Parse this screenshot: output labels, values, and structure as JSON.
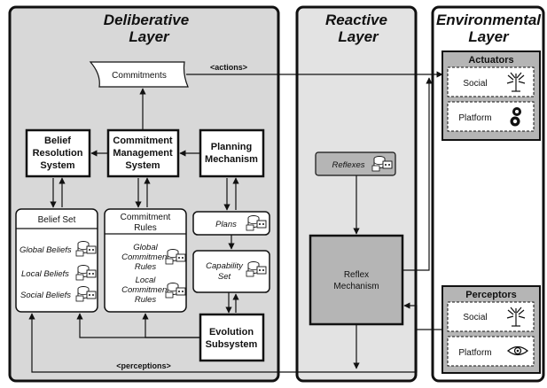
{
  "layers": {
    "deliberative": {
      "title_line1": "Deliberative",
      "title_line2": "Layer"
    },
    "reactive": {
      "title_line1": "Reactive",
      "title_line2": "Layer"
    },
    "environmental": {
      "title_line1": "Environmental",
      "title_line2": "Layer"
    }
  },
  "deliberative": {
    "commitments": "Commitments",
    "belief_resolution": [
      "Belief",
      "Resolution",
      "System"
    ],
    "commitment_management": [
      "Commitment",
      "Management",
      "System"
    ],
    "planning": [
      "Planning",
      "Mechanism"
    ],
    "belief_set": {
      "title": "Belief Set",
      "items": [
        "Global Beliefs",
        "Local Beliefs",
        "Social Beliefs"
      ]
    },
    "commitment_rules": {
      "title_line1": "Commitment",
      "title_line2": "Rules",
      "global": [
        "Global",
        "Commitment",
        "Rules"
      ],
      "local": [
        "Local",
        "Commitment",
        "Rules"
      ]
    },
    "plans": "Plans",
    "capability": [
      "Capability",
      "Set"
    ],
    "evolution": [
      "Evolution",
      "Subsystem"
    ]
  },
  "reactive": {
    "reflexes": "Reflexes",
    "reflex_mechanism": [
      "Reflex",
      "Mechanism"
    ]
  },
  "environmental": {
    "actuators": {
      "title": "Actuators",
      "items": [
        "Social",
        "Platform"
      ]
    },
    "perceptors": {
      "title": "Perceptors",
      "items": [
        "Social",
        "Platform"
      ]
    }
  },
  "edges": {
    "actions": "<actions>",
    "perceptions": "<perceptions>"
  },
  "icons": [
    "database-icon",
    "antenna-icon",
    "gears-icon",
    "eye-icon"
  ]
}
